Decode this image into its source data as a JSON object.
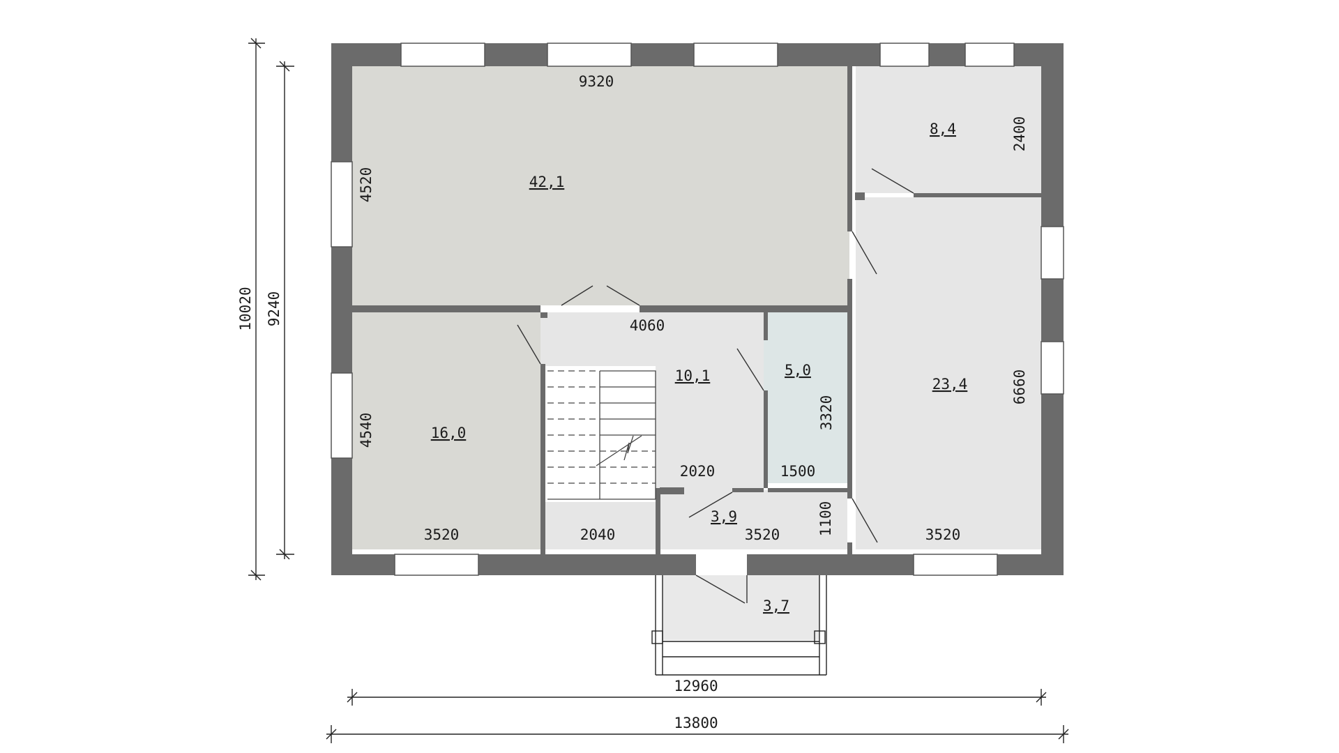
{
  "colors": {
    "wall": "#6b6b6b",
    "room_main": "#d9d9d4",
    "room_light": "#e6e6e6",
    "room_bath": "#dde6e6",
    "porch": "#e9e9e9",
    "line": "#222222"
  },
  "rooms": [
    {
      "id": "living",
      "area": "42,1"
    },
    {
      "id": "bedroom-left",
      "area": "16,0"
    },
    {
      "id": "hall",
      "area": "10,1"
    },
    {
      "id": "bathroom",
      "area": "5,0"
    },
    {
      "id": "vestibule",
      "area": "3,9"
    },
    {
      "id": "porch",
      "area": "3,7"
    },
    {
      "id": "room-top-right",
      "area": "8,4"
    },
    {
      "id": "room-right",
      "area": "23,4"
    }
  ],
  "dimensions": {
    "overall_width": "13800",
    "inner_width": "12960",
    "overall_height": "10020",
    "inner_height": "9240",
    "living_width": "9320",
    "living_height": "4520",
    "bedroom_left_height": "4540",
    "bedroom_left_width": "3520",
    "stair_width": "2040",
    "hall_width": "4060",
    "hall_depth": "2020",
    "bath_height": "3320",
    "bath_width": "1500",
    "vestibule_width": "3520",
    "vestibule_height": "1100",
    "top_right_height": "2400",
    "right_room_height": "6660",
    "right_room_width": "3520"
  }
}
